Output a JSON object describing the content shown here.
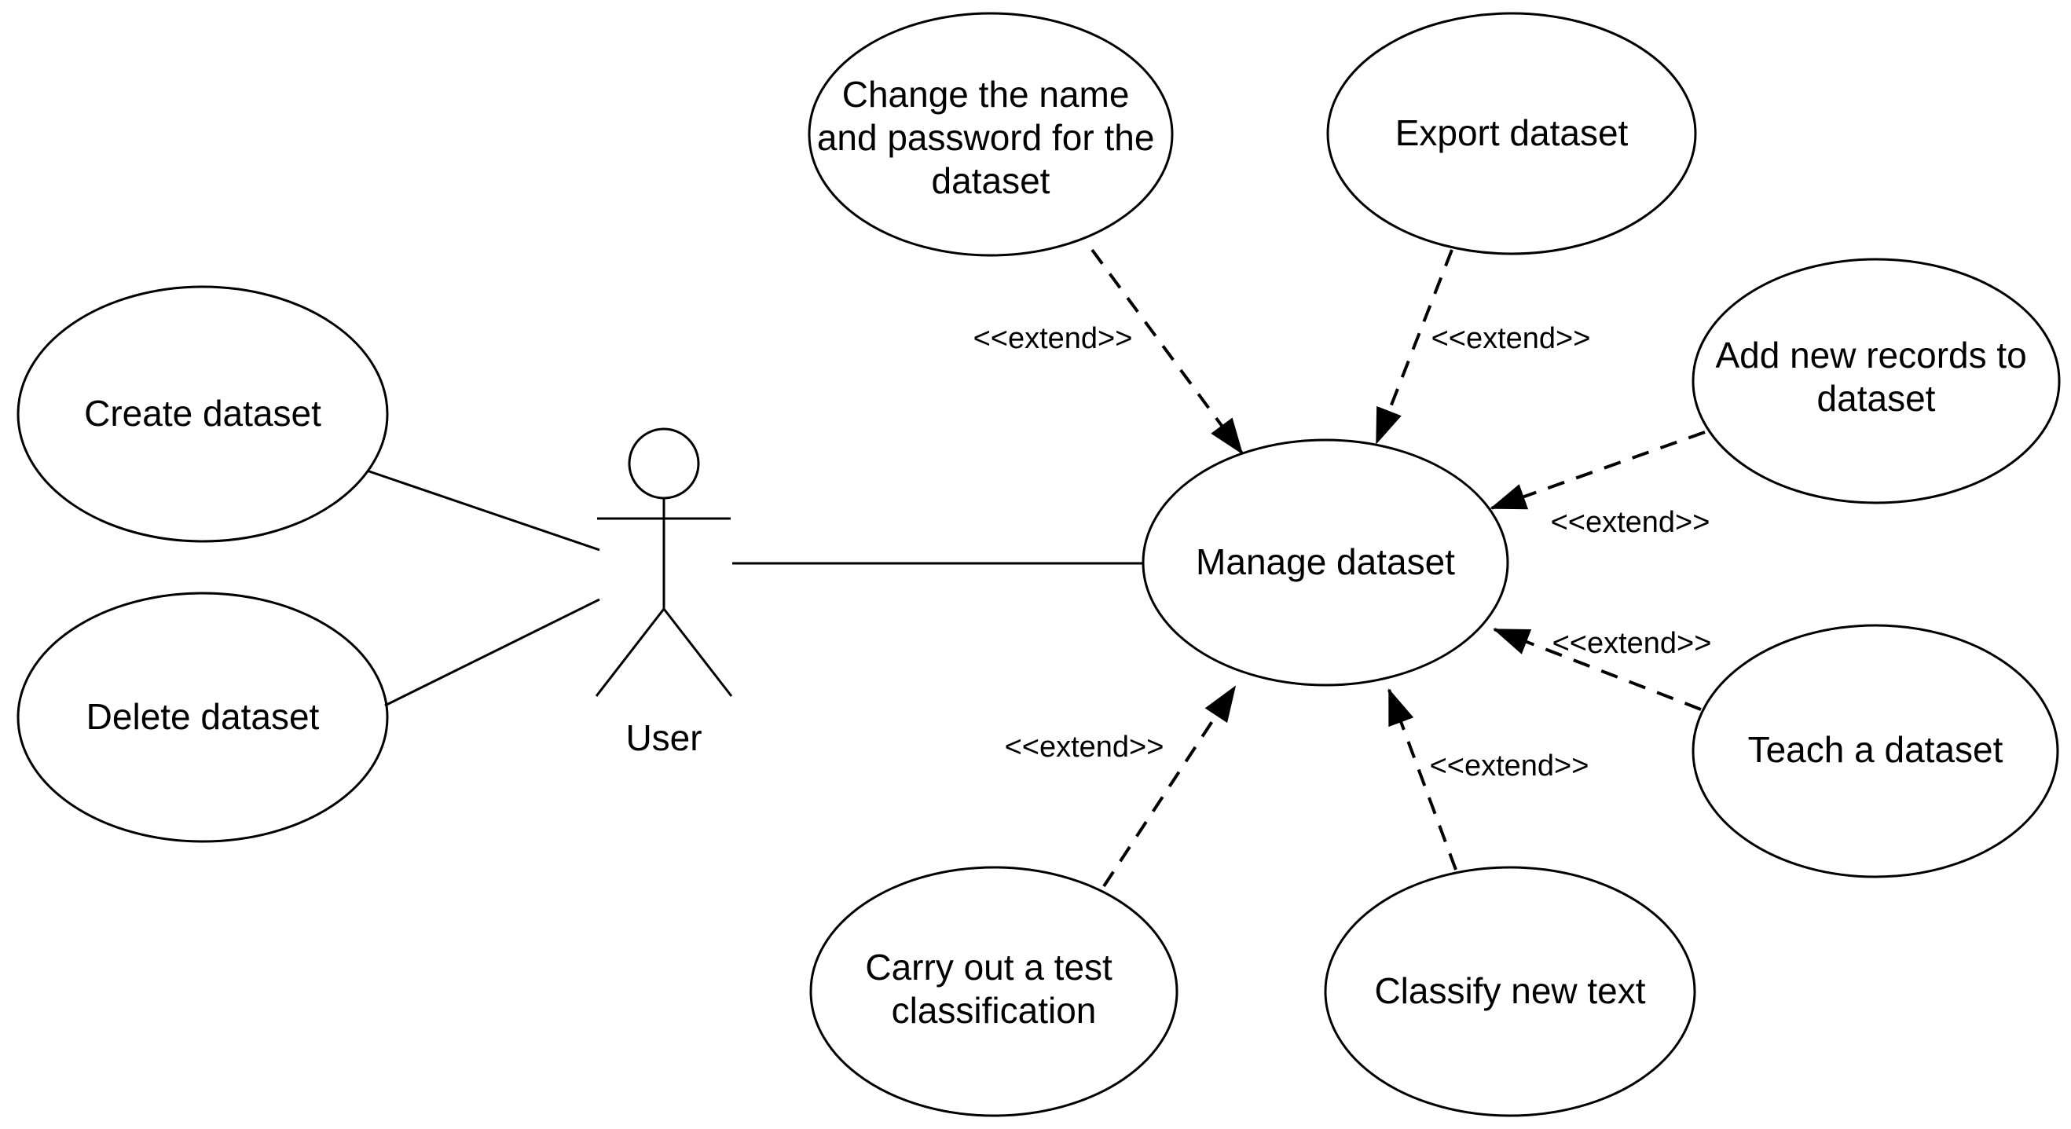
{
  "diagram_type": "UML use case diagram",
  "colors": {
    "background": "#ffffff",
    "stroke": "#000000",
    "text": "#000000"
  },
  "actor": {
    "label": "User"
  },
  "use_cases": {
    "create": {
      "label": "Create dataset",
      "lines": [
        "Create dataset"
      ]
    },
    "delete": {
      "label": "Delete dataset",
      "lines": [
        "Delete dataset"
      ]
    },
    "change": {
      "label": "Change the name and password for the dataset",
      "lines": [
        "Change the name",
        "and password for the",
        "dataset"
      ]
    },
    "export": {
      "label": "Export dataset",
      "lines": [
        "Export dataset"
      ]
    },
    "add": {
      "label": "Add new records to dataset",
      "lines": [
        "Add new records to",
        "dataset"
      ]
    },
    "manage": {
      "label": "Manage dataset",
      "lines": [
        "Manage dataset"
      ]
    },
    "teach": {
      "label": "Teach a dataset",
      "lines": [
        "Teach a dataset"
      ]
    },
    "carry": {
      "label": "Carry out a test classification",
      "lines": [
        "Carry out a test",
        "classification"
      ]
    },
    "classify": {
      "label": "Classify new text",
      "lines": [
        "Classify new text"
      ]
    }
  },
  "edges": [
    {
      "from": "User",
      "to": "Create dataset",
      "style": "solid",
      "label": ""
    },
    {
      "from": "User",
      "to": "Delete dataset",
      "style": "solid",
      "label": ""
    },
    {
      "from": "User",
      "to": "Manage dataset",
      "style": "solid",
      "label": ""
    },
    {
      "from": "Change the name and password for the dataset",
      "to": "Manage dataset",
      "style": "dashed-arrow",
      "label": "<<extend>>"
    },
    {
      "from": "Export dataset",
      "to": "Manage dataset",
      "style": "dashed-arrow",
      "label": "<<extend>>"
    },
    {
      "from": "Add new records to dataset",
      "to": "Manage dataset",
      "style": "dashed-arrow",
      "label": "<<extend>>"
    },
    {
      "from": "Teach a dataset",
      "to": "Manage dataset",
      "style": "dashed-arrow",
      "label": "<<extend>>"
    },
    {
      "from": "Carry out a test classification",
      "to": "Manage dataset",
      "style": "dashed-arrow",
      "label": "<<extend>>"
    },
    {
      "from": "Classify new text",
      "to": "Manage dataset",
      "style": "dashed-arrow",
      "label": "<<extend>>"
    }
  ]
}
